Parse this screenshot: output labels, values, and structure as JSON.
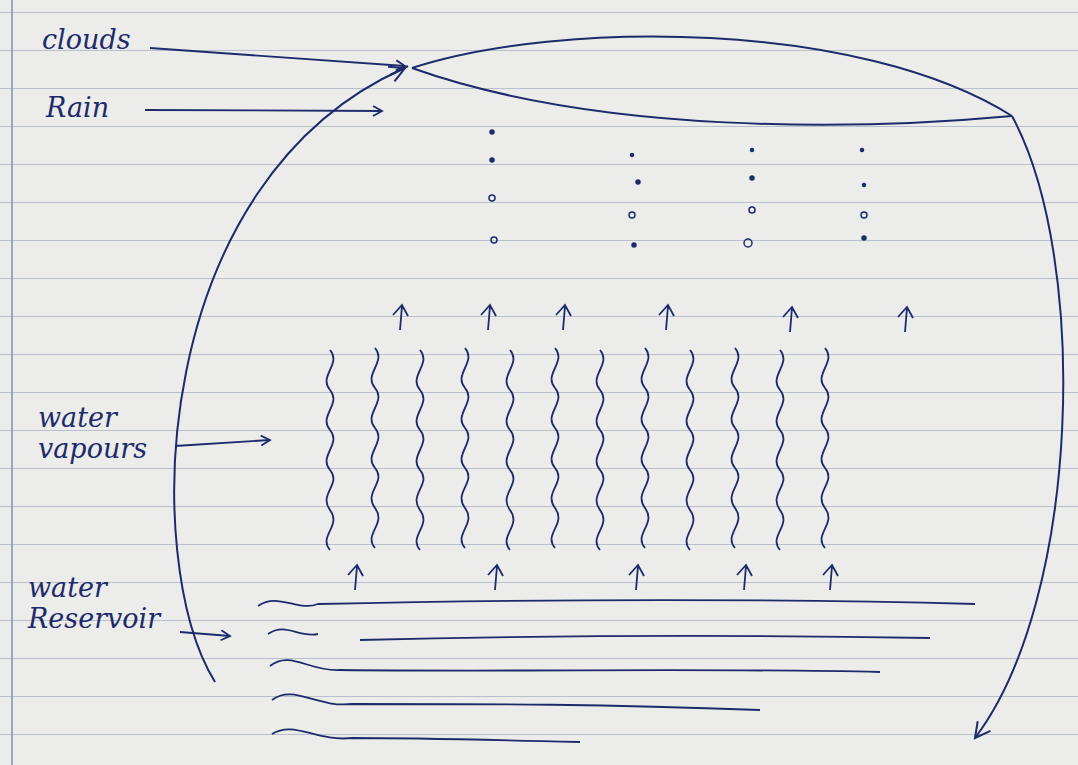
{
  "diagram": {
    "labels": [
      "clouds",
      "Rain",
      "water vapours",
      "water Reservoir"
    ]
  }
}
